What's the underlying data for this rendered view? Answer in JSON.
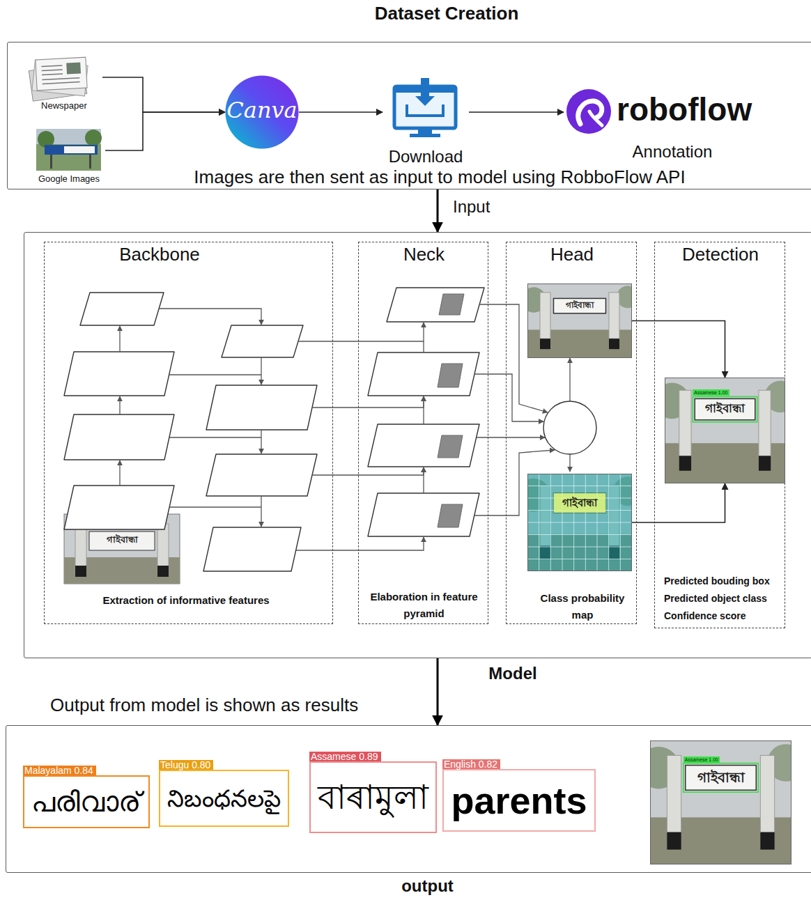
{
  "diagram": {
    "nodes": [
      {
        "text": [
          "Dataset Creation",
          "Images are then sent as input to model using RobboFlow API"
        ]
      },
      {
        "text": [
          "Newspaper"
        ],
        "in": 0
      },
      {
        "text": [
          "Google Images"
        ],
        "in": 0
      },
      {
        "text": [
          "Canva"
        ],
        "in": 0
      },
      {
        "text": [
          "Download"
        ],
        "in": 0
      },
      {
        "text": [
          "roboflow",
          "Annotation"
        ],
        "in": 0
      },
      {
        "text": [
          "Model"
        ]
      },
      {
        "text": [
          "Backbone",
          "Extraction of informative features"
        ],
        "in": 6
      },
      {
        "text": [
          "Neck",
          "Elaboration in feature pyramid"
        ],
        "in": 6
      },
      {
        "text": [
          "Head",
          "Class probability map"
        ],
        "in": 6
      },
      {
        "text": [
          "গাইবান্ধা"
        ],
        "in": 9
      },
      {
        "text": [
          "গাইবান্ধা"
        ],
        "in": 9
      },
      {
        "text": [
          "Detection",
          "Predicted bouding box",
          "Predicted object class",
          "Confidence score"
        ],
        "in": 6
      },
      {
        "text": [
          "Assamese 1.00",
          "গাইবান্ধা"
        ],
        "in": 12
      },
      {
        "text": [
          "output"
        ]
      },
      {
        "text": [
          "Malayalam 0.84",
          "പരിവാര്"
        ],
        "in": 14
      },
      {
        "text": [
          "Telugu 0.80",
          "నిబంధనలపై"
        ],
        "in": 14
      },
      {
        "text": [
          "Assamese 0.89",
          "বাৰামুলা"
        ],
        "in": 14
      },
      {
        "text": [
          "English 0.82",
          "parents"
        ],
        "in": 14
      },
      {
        "text": [
          "Assamese 1.00",
          "গাইবান্ধা"
        ],
        "in": 14
      }
    ],
    "edges": [
      {
        "from": 0,
        "to": 6,
        "arrow": "to",
        "label": "Input"
      },
      {
        "from": 6,
        "to": 14,
        "arrow": "to",
        "label": "Output from model is shown as results"
      },
      {
        "from": 1,
        "to": 3,
        "arrow": "to"
      },
      {
        "from": 2,
        "to": 3,
        "arrow": "to"
      },
      {
        "from": 3,
        "to": 4,
        "arrow": "to"
      },
      {
        "from": 4,
        "to": 5,
        "arrow": "to"
      },
      {
        "from": 10,
        "to": 13,
        "arrow": "to"
      },
      {
        "from": 11,
        "to": 13,
        "arrow": "to"
      }
    ],
    "labels": [
      "গাইবান্ধা"
    ]
  }
}
